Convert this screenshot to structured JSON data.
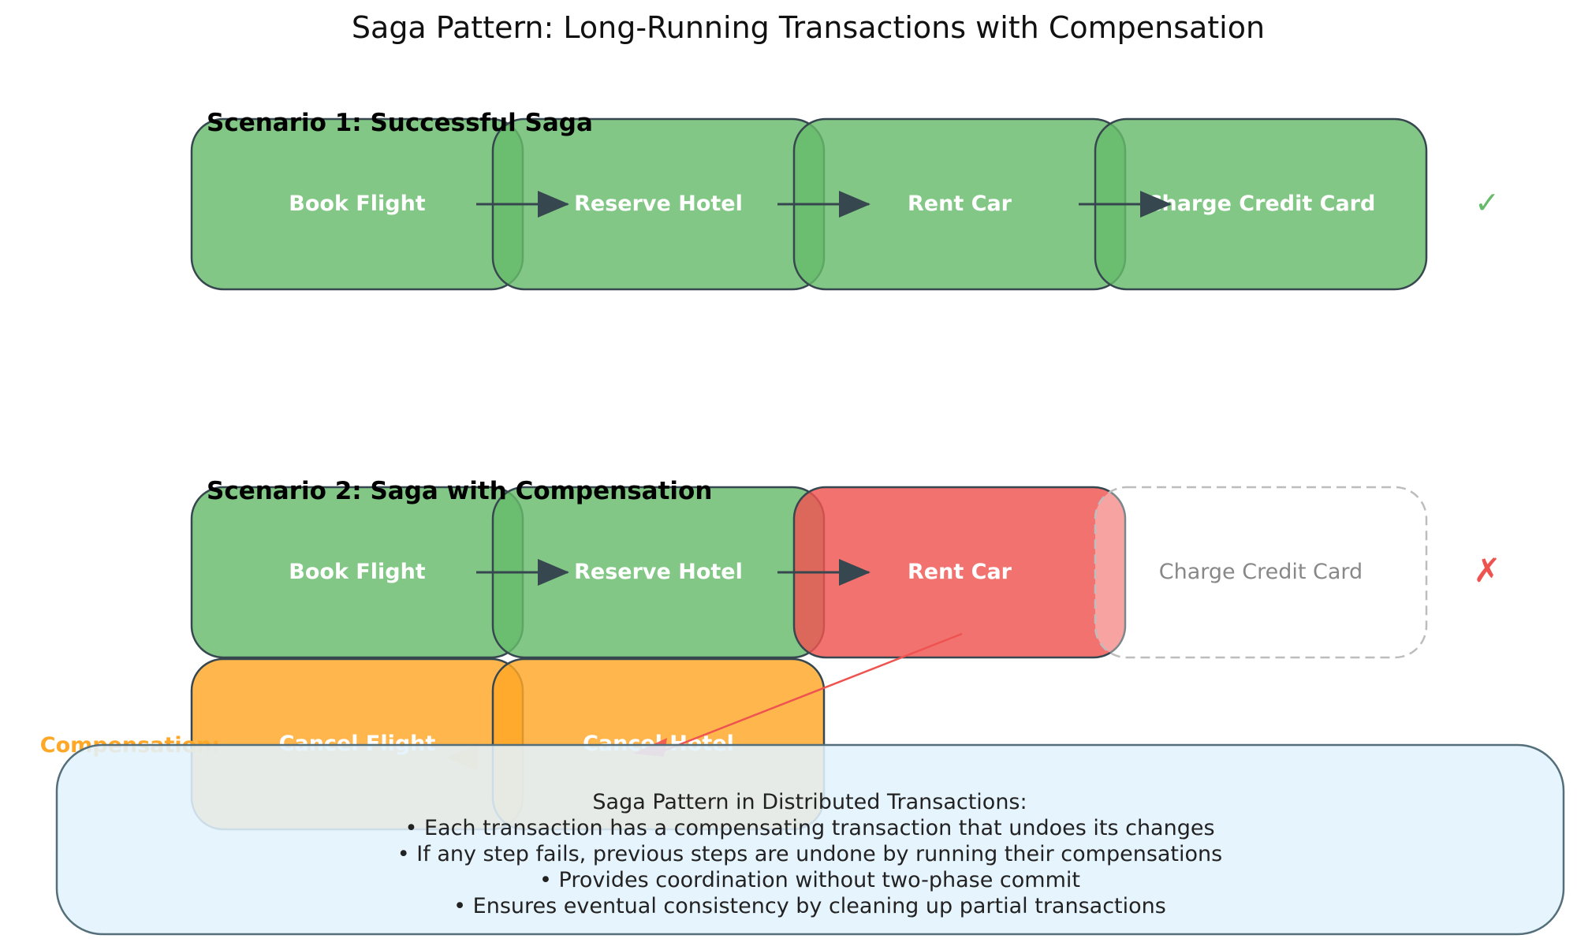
{
  "title": "Saga Pattern: Long-Running Transactions with Compensation",
  "colors": {
    "success": "#66bb6a",
    "failed": "#ef5350",
    "compensation": "#ffa726",
    "pending_border": "#bdbdbd",
    "pending_text": "#888888",
    "arrow": "#37474f",
    "box_border": "#37474f",
    "note_bg": "#e3f2fd",
    "note_border": "#546e7a"
  },
  "scenario1": {
    "heading": "Scenario 1: Successful Saga",
    "steps": [
      {
        "label": "Book Flight",
        "state": "success"
      },
      {
        "label": "Reserve Hotel",
        "state": "success"
      },
      {
        "label": "Rent Car",
        "state": "success"
      },
      {
        "label": "Charge Credit Card",
        "state": "success"
      }
    ],
    "result_mark": "✓"
  },
  "scenario2": {
    "heading": "Scenario 2: Saga with Compensation",
    "steps": [
      {
        "label": "Book Flight",
        "state": "success"
      },
      {
        "label": "Reserve Hotel",
        "state": "success"
      },
      {
        "label": "Rent Car",
        "state": "failed"
      },
      {
        "label": "Charge Credit Card",
        "state": "pending"
      }
    ],
    "result_mark": "✗",
    "compensation_label": "Compensation:",
    "compensations": [
      {
        "label": "Cancel Flight"
      },
      {
        "label": "Cancel Hotel"
      }
    ]
  },
  "note": {
    "title": "Saga Pattern in Distributed Transactions:",
    "bullets": [
      "• Each transaction has a compensating transaction that undoes its changes",
      "• If any step fails, previous steps are undone by running their compensations",
      "• Provides coordination without two-phase commit",
      "• Ensures eventual consistency by cleaning up partial transactions"
    ]
  }
}
